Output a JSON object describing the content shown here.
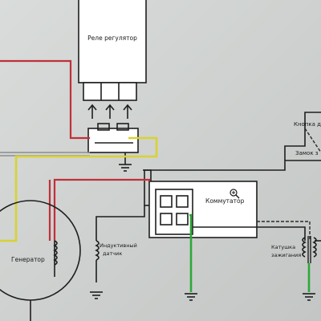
{
  "diagram": {
    "labels": {
      "regulator": "Реле регулятор",
      "commutator": "Коммутатор",
      "generator": "Генератор",
      "inductive_sensor_line1": "Индуктивный",
      "inductive_sensor_line2": "датчик",
      "ignition_coil_line1": "Катушка",
      "ignition_coil_line2": "зажигания",
      "button": "Кнопка д",
      "lock": "Замок з"
    },
    "icons": [
      "zoom-in-icon"
    ],
    "colors": {
      "background": "#d3d6d4",
      "wire_red": "#c0303a",
      "wire_yellow": "#d9d232",
      "wire_green": "#2ea83a",
      "wire_black": "#1e1e1e"
    }
  }
}
